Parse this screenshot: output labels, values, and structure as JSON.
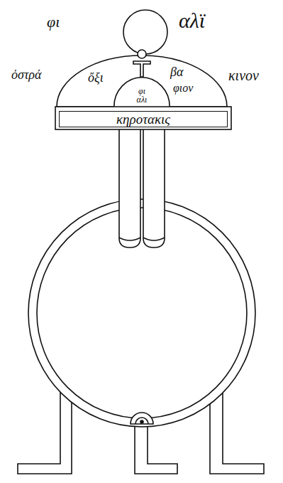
{
  "diagram": {
    "nodes": [
      {
        "text": [
          "κηροτακις"
        ]
      },
      {
        "text": [
          "φι αλι"
        ]
      }
    ],
    "labels": [
      "φι",
      "αλϊ",
      "ὀστρά",
      "ὄξι",
      "βα",
      "φιον",
      "κινον"
    ]
  }
}
